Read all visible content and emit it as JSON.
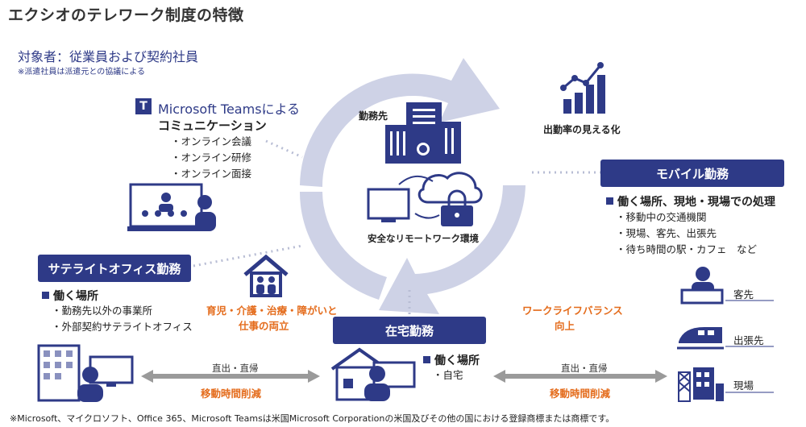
{
  "title": "エクシオのテレワーク制度の特徴",
  "target": {
    "label": "対象者：従業員および契約社員",
    "note": "※派遣社員は派遣元との協議による"
  },
  "teams": {
    "icon_letter": "T",
    "title_line1": "Microsoft Teamsによる",
    "title_line2": "コミュニケーション",
    "items": [
      "・オンライン会議",
      "・オンライン研修",
      "・オンライン面接"
    ]
  },
  "center": {
    "office_label": "勤務先",
    "remote_label": "安全なリモートワーク環境"
  },
  "attendance": {
    "label": "出勤率の見える化"
  },
  "mobile": {
    "box_label": "モバイル勤務",
    "heading": "働く場所、現地・現場での処理",
    "items": [
      "・移動中の交通機関",
      "・現場、客先、出張先",
      "・待ち時間の駅・カフェ　など"
    ]
  },
  "satellite": {
    "box_label": "サテライトオフィス勤務",
    "heading": "働く場所",
    "items": [
      "・勤務先以外の事業所",
      "・外部契約サテライトオフィス"
    ]
  },
  "childcare": {
    "line1": "育児・介護・治療・障がいと",
    "line2": "仕事の両立"
  },
  "worklife": {
    "line1": "ワークライフバランス",
    "line2": "向上"
  },
  "home": {
    "box_label": "在宅勤務",
    "heading": "働く場所",
    "items": [
      "・自宅"
    ]
  },
  "arrows": {
    "left": {
      "top": "直出・直帰",
      "bottom": "移動時間削減"
    },
    "right": {
      "top": "直出・直帰",
      "bottom": "移動時間削減"
    }
  },
  "locations": [
    "客先",
    "出張先",
    "現場"
  ],
  "footnote": "※Microsoft、マイクロソフト、Office 365、Microsoft Teamsは米国Microsoft Corporationの米国及びその他の国における登録商標または商標です。",
  "colors": {
    "navy": "#2e3a87",
    "orange": "#e46c1c",
    "cycle": "#ced2e6"
  }
}
